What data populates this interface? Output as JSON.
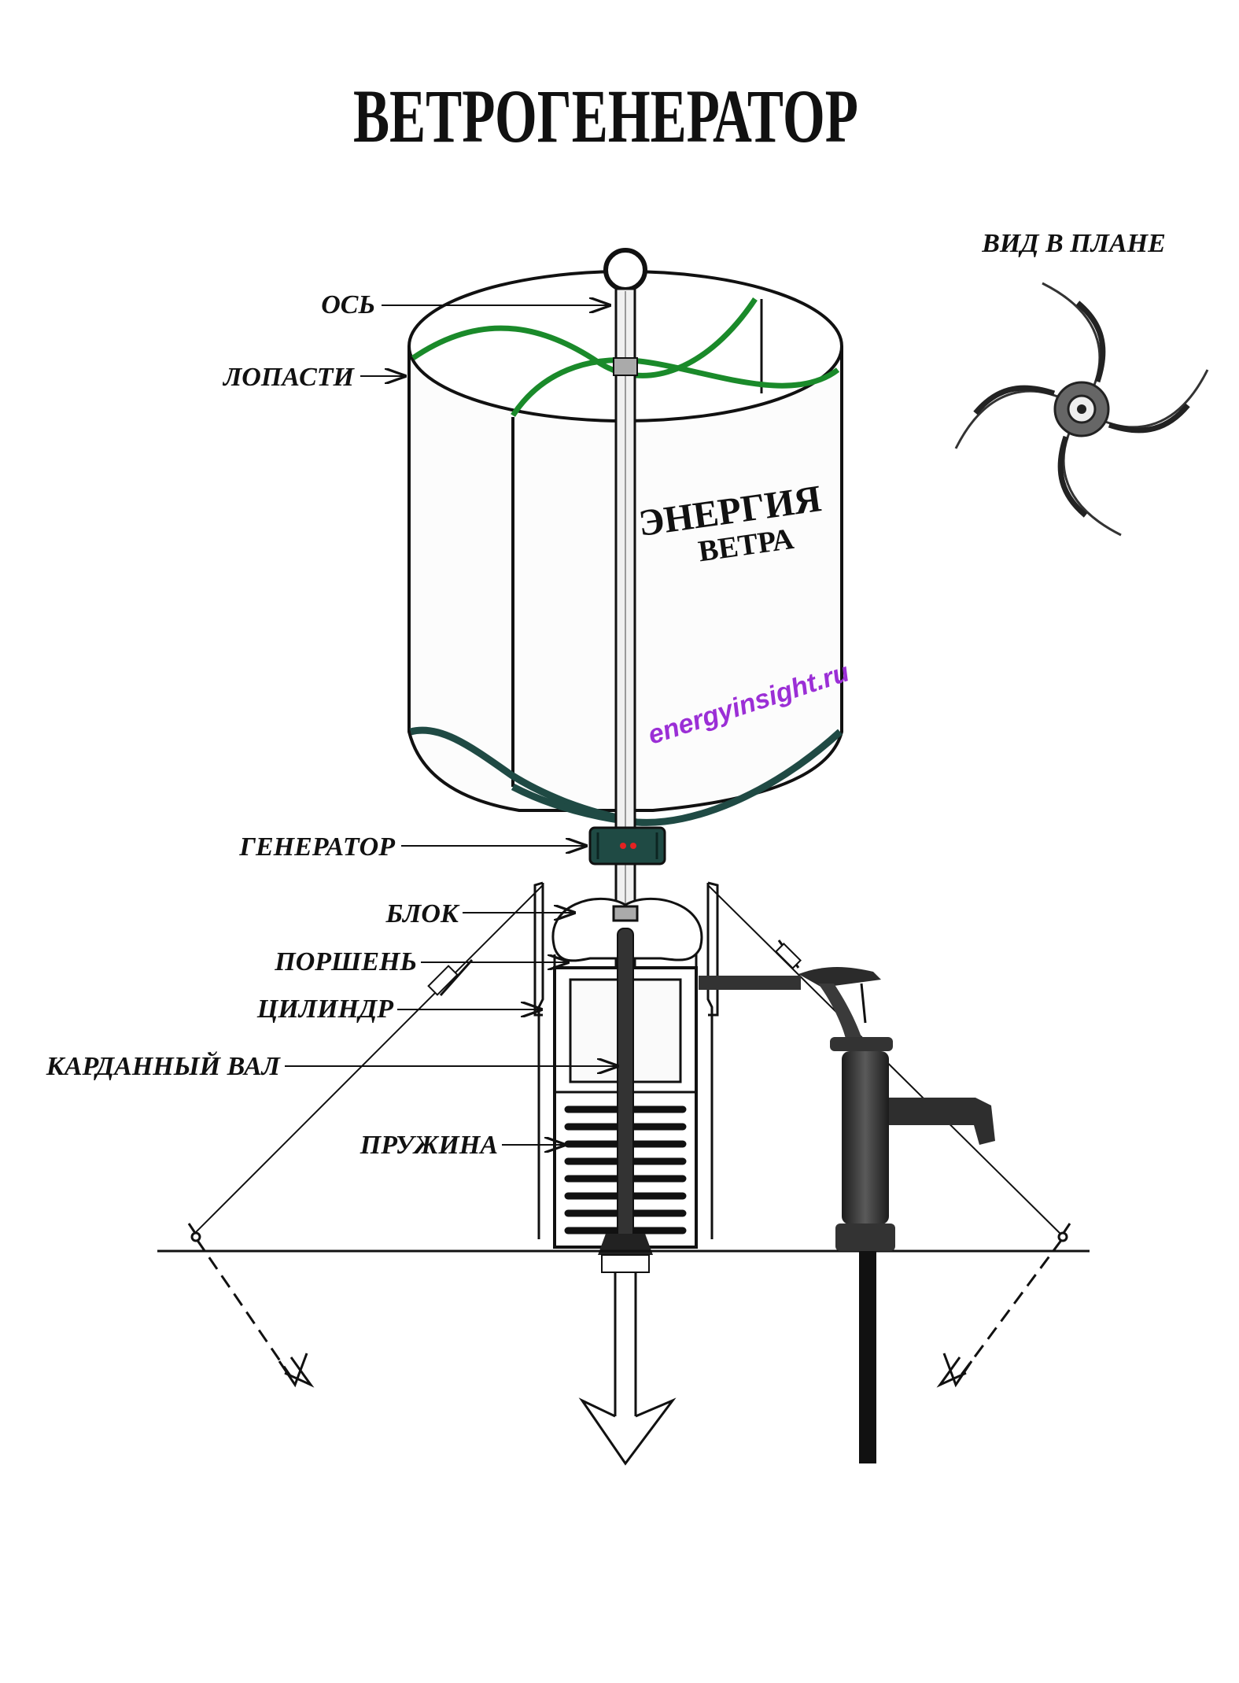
{
  "title": "ВЕТРОГЕНЕРАТОР",
  "plan_view_label": "ВИД В ПЛАНЕ",
  "drum_text_line1": "ЭНЕРГИЯ",
  "drum_text_line2": "ВЕТРА",
  "watermark": "energyinsight.ru",
  "labels": {
    "axis": "ОСЬ",
    "blades": "ЛОПАСТИ",
    "generator": "ГЕНЕРАТОР",
    "block": "БЛОК",
    "piston": "ПОРШЕНЬ",
    "cylinder": "ЦИЛИНДР",
    "cardan_shaft": "КАРДАННЫЙ ВАЛ",
    "spring": "ПРУЖИНА"
  },
  "colors": {
    "blade_green": "#1a8a2a",
    "base_teal": "#1f4a44",
    "watermark_purple": "#9b2fd6",
    "pump_dark": "#2b2b2b"
  }
}
